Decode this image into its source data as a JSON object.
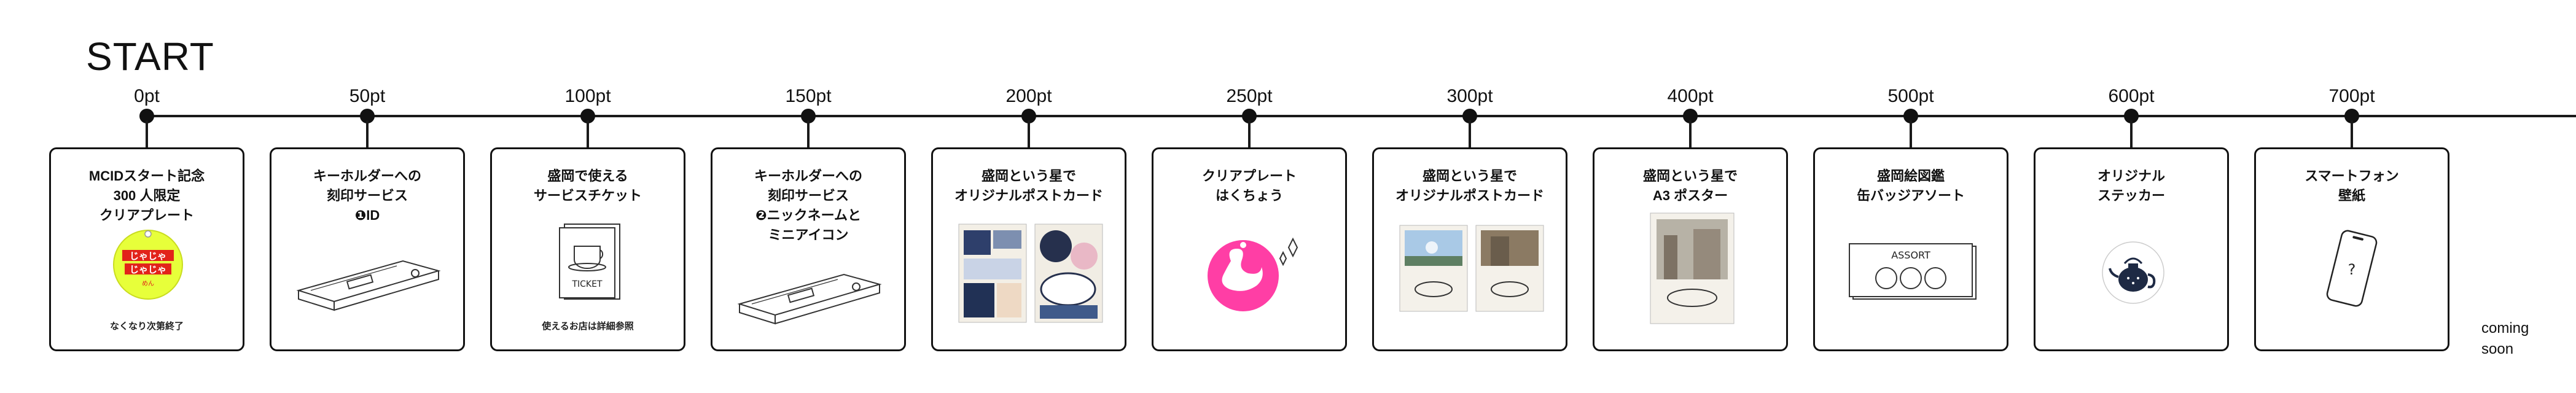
{
  "header": {
    "title": "START"
  },
  "colors": {
    "line": "#1a1a1a",
    "pink": "#ff3ea5",
    "yellow": "#e7ff3a",
    "red": "#e2231a",
    "navy": "#1e2a44"
  },
  "timeline": [
    {
      "points": "0pt",
      "title": "MCIDスタート記念\n300 人限定\nクリアプレート",
      "note": "なくなり次第終了",
      "icon": "keychain-plate-icon"
    },
    {
      "points": "50pt",
      "title": "キーホルダーへの\n刻印サービス\n❶ID",
      "note": "",
      "icon": "keyholder-box-icon"
    },
    {
      "points": "100pt",
      "title": "盛岡で使える\nサービスチケット",
      "note": "使えるお店は詳細参照",
      "icon": "ticket-icon",
      "ticket_text": "TICKET"
    },
    {
      "points": "150pt",
      "title": "キーホルダーへの\n刻印サービス",
      "title2": "❷ニックネームと\nミニアイコン",
      "note": "",
      "icon": "keyholder-box-icon"
    },
    {
      "points": "200pt",
      "title": "盛岡という星で\nオリジナルポストカード",
      "note": "",
      "icon": "illustrated-postcards-icon"
    },
    {
      "points": "250pt",
      "title": "クリアプレート\nはくちょう",
      "note": "",
      "icon": "swan-plate-icon"
    },
    {
      "points": "300pt",
      "title": "盛岡という星で\nオリジナルポストカード",
      "note": "",
      "icon": "photo-postcards-icon"
    },
    {
      "points": "400pt",
      "title": "盛岡という星で\nA3 ポスター",
      "note": "",
      "icon": "poster-icon"
    },
    {
      "points": "500pt",
      "title": "盛岡絵図鑑\n缶バッジアソート",
      "note": "",
      "icon": "badge-assort-icon",
      "badge_text": "ASSORT"
    },
    {
      "points": "600pt",
      "title": "オリジナル\nステッカー",
      "note": "",
      "icon": "teapot-sticker-icon"
    },
    {
      "points": "700pt",
      "title": "スマートフォン\n壁紙",
      "note": "",
      "icon": "smartphone-icon",
      "phone_text": "?"
    }
  ],
  "coming_soon": "coming\nsoon"
}
